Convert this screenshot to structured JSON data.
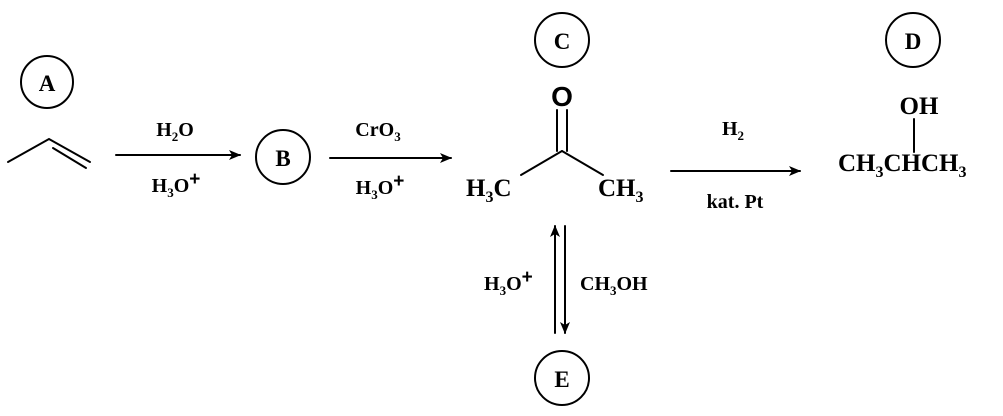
{
  "labels": {
    "A": "A",
    "B": "B",
    "C": "C",
    "D": "D",
    "E": "E"
  },
  "step1": {
    "above": {
      "main": "H",
      "sub": "2",
      "tail": "O"
    },
    "below": {
      "main": "H",
      "sub": "3",
      "tail": "O",
      "sup": "+"
    }
  },
  "step2": {
    "above": {
      "main": "CrO",
      "sub": "3"
    },
    "below": {
      "main": "H",
      "sub": "3",
      "tail": "O",
      "sup": "+"
    }
  },
  "step3": {
    "above": {
      "main": "H",
      "sub": "2"
    },
    "below": "kat. Pt"
  },
  "step4": {
    "left": {
      "main": "H",
      "sub": "3",
      "tail": "O",
      "sup": "+"
    },
    "right": {
      "main": "CH",
      "sub": "3",
      "tail": "OH"
    }
  },
  "acetone": {
    "oxygen": "O",
    "left": {
      "main": "H",
      "sub": "3",
      "tail": "C"
    },
    "right": {
      "main": "CH",
      "sub": "3"
    }
  },
  "product_d": {
    "oh": "OH",
    "formula": {
      "a": "CH",
      "s1": "3",
      "b": "CHCH",
      "s2": "3"
    }
  }
}
